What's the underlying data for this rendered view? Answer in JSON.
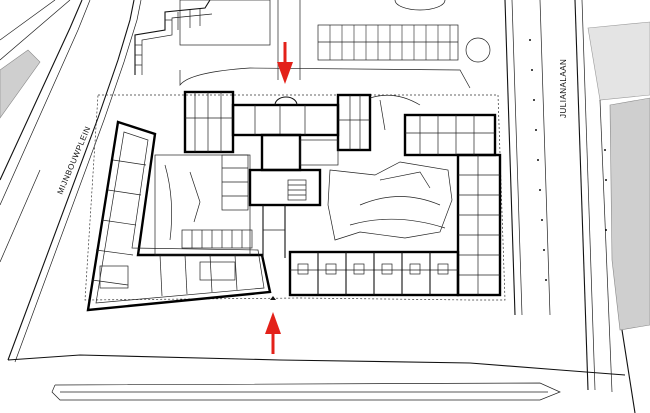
{
  "street_labels": {
    "west": "MIJNBOUWPLEIN",
    "east": "JULIANALAAN"
  },
  "markers": {
    "entrance_north": "red-arrow-down",
    "entrance_south": "red-arrow-up"
  },
  "colors": {
    "arrow": "#e32119",
    "neighbouring_building": "#cfcfcf",
    "linework": "#111111"
  }
}
